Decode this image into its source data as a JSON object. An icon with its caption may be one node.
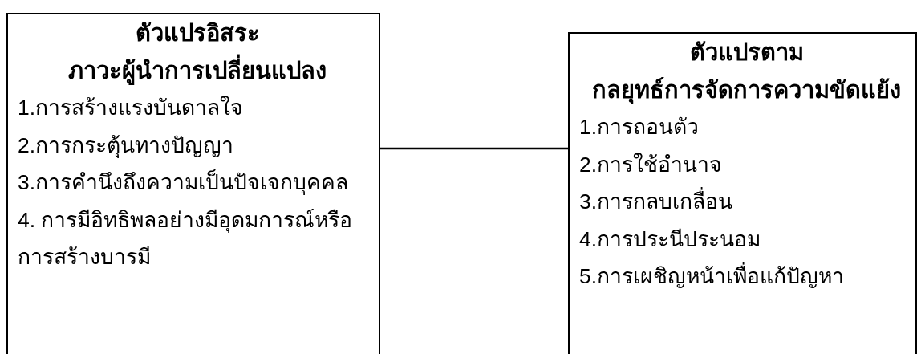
{
  "diagram": {
    "nodes": [
      {
        "text": [
          "ตัวแปรอิสระ",
          "ภาวะผู้นำการเปลี่ยนแปลง",
          "1.การสร้างแรงบันดาลใจ",
          "2.การกระตุ้นทางปัญญา",
          "3.การคำนึงถึงความเป็นปัจเจกบุคคล",
          "4. การมีอิทธิพลอย่างมีอุดมการณ์หรือการสร้างบารมี"
        ]
      },
      {
        "text": [
          "ตัวแปรตาม",
          "กลยุทธ์การจัดการความขัดแย้ง",
          "1.การถอนตัว",
          "2.การใช้อำนาจ",
          "3.การกลบเกลื่อน",
          "4.การประนีประนอม",
          "5.การเผชิญหน้าเพื่อแก้ปัญหา"
        ]
      }
    ],
    "edges": [
      {
        "from": 0,
        "to": 1,
        "arrow": "none"
      }
    ]
  }
}
